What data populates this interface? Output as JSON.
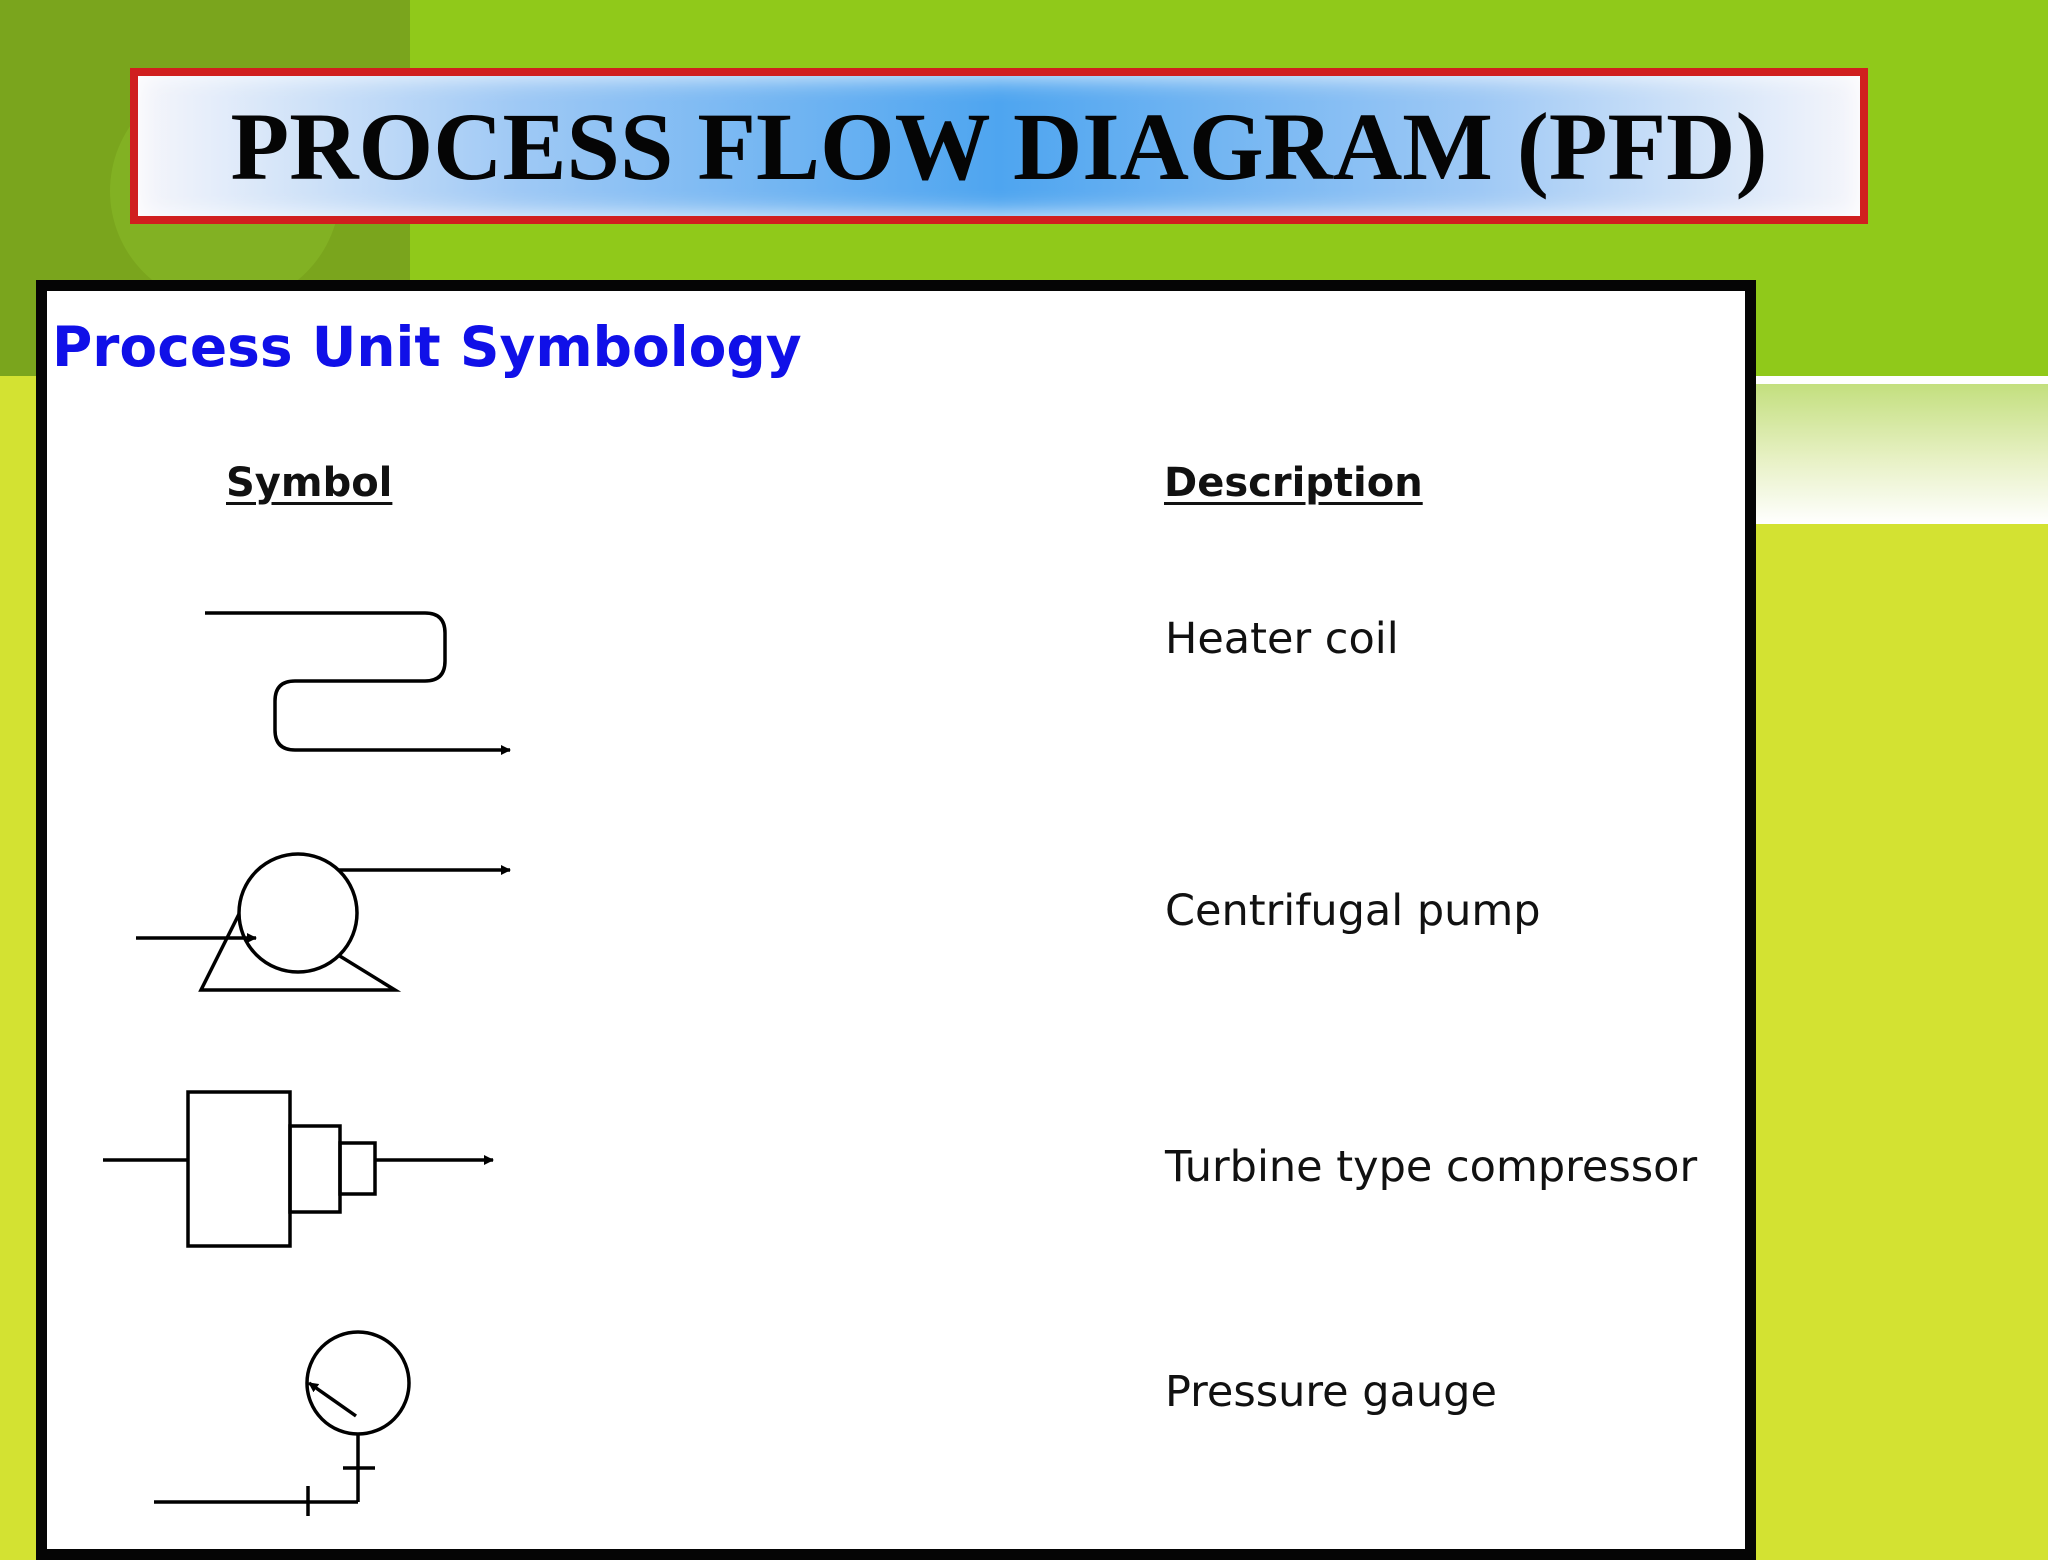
{
  "slide": {
    "title": "PROCESS FLOW DIAGRAM (PFD)",
    "heading": "Process Unit Symbology",
    "columns": {
      "symbol": "Symbol",
      "description": "Description"
    },
    "items": [
      {
        "description": "Heater coil",
        "icon": "heater-coil-icon"
      },
      {
        "description": "Centrifugal pump",
        "icon": "centrifugal-pump-icon"
      },
      {
        "description": "Turbine type compressor",
        "icon": "turbine-compressor-icon"
      },
      {
        "description": "Pressure gauge",
        "icon": "pressure-gauge-icon"
      }
    ]
  },
  "colors": {
    "heading": "#1010e8",
    "banner_border": "#d01f1f",
    "background_green": "#90c91a",
    "background_lime": "#d3e232"
  }
}
